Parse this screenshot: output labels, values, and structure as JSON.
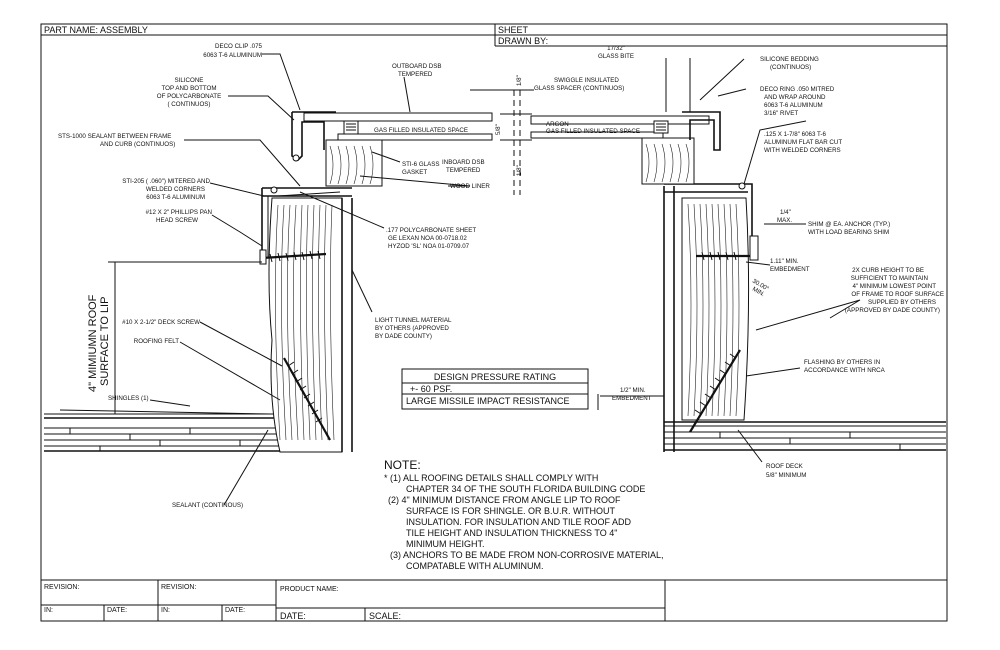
{
  "title_block": {
    "part_name": "PART NAME: ASSEMBLY",
    "sheet": "SHEET",
    "drawn_by": "DRAWN BY:"
  },
  "labels": {
    "deco_clip": [
      "DECO CLIP .075",
      "6063 T-6 ALUMINUM"
    ],
    "silicone_top": [
      "SILICONE",
      "TOP AND BOTTOM",
      "OF POLYCARBONATE",
      "( CONTINUOS)"
    ],
    "outboard_dsb": [
      "OUTBOARD DSB",
      "TEMPERED"
    ],
    "sts_sealant": [
      "STS-1000 SEALANT BETWEEN FRAME",
      "AND CURB (CONTINUOS)"
    ],
    "sti_205": [
      "STI-205 ( .060\") MITERED AND",
      "WELDED CORNERS",
      "6063 T-6 ALUMINUM"
    ],
    "phillips_screw": [
      "#12 X 2\" PHILLIPS PAN",
      "HEAD SCREW"
    ],
    "gas_space_left": "GAS FILLED INSULATED SPACE",
    "sti6_gasket": [
      "STI-6 GLASS",
      "GASKET"
    ],
    "inboard_dsb": [
      "INBOARD DSB",
      "TEMPERED"
    ],
    "wood_liner": "WOOD LINER",
    "polycarbonate": [
      ".177 POLYCARBONATE SHEET",
      "GE LEXAN  NOA 00-0718.02",
      "HYZOD 'SL' NOA  01-0709.07"
    ],
    "min_roof": [
      "4\" MIMIUMN ROOF",
      "SURFACE TO LIP"
    ],
    "deck_screw": "#10 X 2-1/2\" DECK SCREW",
    "roofing_felt": "ROOFING FELT",
    "light_tunnel": [
      "LIGHT TUNNEL MATERIAL",
      "BY OTHERS  (APPROVED",
      "BY DADE COUNTY)"
    ],
    "shingles": "SHINGLES (1)",
    "sealant_cont": "SEALANT (CONTINOUS)",
    "glass_bite": [
      "17/32\"",
      "GLASS BITE"
    ],
    "swiggle": [
      "SWIGGLE INSULATED",
      "GLASS SPACER (CONTINUOS)"
    ],
    "argon": [
      "ARGON",
      "GAS FILLED INSULATED SPACE"
    ],
    "silicone_bedding": [
      "SILICONE BEDDING",
      "(CONTINUOS)"
    ],
    "deco_ring": [
      "DECO RING .050 MITRED",
      "AND WRAP AROUND",
      "6063 T-6 ALUMINUM",
      "3/16\" RIVET"
    ],
    "flat_bar": [
      ".125 X  1-7/8\" 6063 T-6",
      "ALUMINUM FLAT BAR CUT",
      "WITH WELDED CORNERS"
    ],
    "quarter_max": [
      "1/4\"",
      "MAX."
    ],
    "shim": [
      "SHIM @ EA. ANCHOR (TYP.)",
      "WITH LOAD BEARING SHIM"
    ],
    "embedment_111": [
      "1.11\" MIN.",
      "EMBEDMENT"
    ],
    "angle_30": [
      "30.00°",
      "MIN."
    ],
    "curb_height": [
      "2X CURB HEIGHT TO BE",
      "SUFFICIENT TO MAINTAIN",
      "4\" MINIMUM LOWEST POINT",
      "OF FRAME TO ROOF SURFACE",
      "SUPPLIED BY OTHERS",
      "(APPROVED BY DADE COUNTY)"
    ],
    "flashing": [
      "FLASHING BY OTHERS IN",
      "ACCORDANCE WITH NRCA"
    ],
    "embedment_half": [
      "1/2\" MIN.",
      "EMBEDMENT"
    ],
    "roof_deck": [
      "ROOF DECK",
      "5/8\" MINIMUM"
    ],
    "dim_58": "5/8\"",
    "dim_18a": "1/8\"",
    "dim_18b": "1/8\""
  },
  "rating_box": {
    "line1": "DESIGN PRESSURE RATING",
    "line2": "+- 60 PSF.",
    "line3": "LARGE MISSILE IMPACT RESISTANCE"
  },
  "notes": {
    "heading": "NOTE:",
    "lines": [
      "* (1) ALL ROOFING DETAILS SHALL COMPLY WITH",
      "CHAPTER 34 OF THE SOUTH FLORIDA BUILDING CODE",
      "(2) 4\" MINIMUM DISTANCE FROM ANGLE LIP TO ROOF",
      "SURFACE IS FOR SHINGLE. OR B.U.R. WITHOUT",
      "INSULATION. FOR INSULATION AND TILE ROOF ADD",
      "TILE HEIGHT AND INSULATION THICKNESS TO 4\"",
      "MINIMUM HEIGHT.",
      "(3) ANCHORS TO BE MADE FROM NON-CORROSIVE MATERIAL,",
      "COMPATABLE WITH ALUMINUM."
    ]
  },
  "footer": {
    "revision1": "REVISION:",
    "revision2": "REVISION:",
    "in1": "IN:",
    "date1": "DATE:",
    "in2": "IN:",
    "date2": "DATE:",
    "product_name": "PRODUCT NAME:",
    "date": "DATE:",
    "scale": "SCALE:"
  }
}
